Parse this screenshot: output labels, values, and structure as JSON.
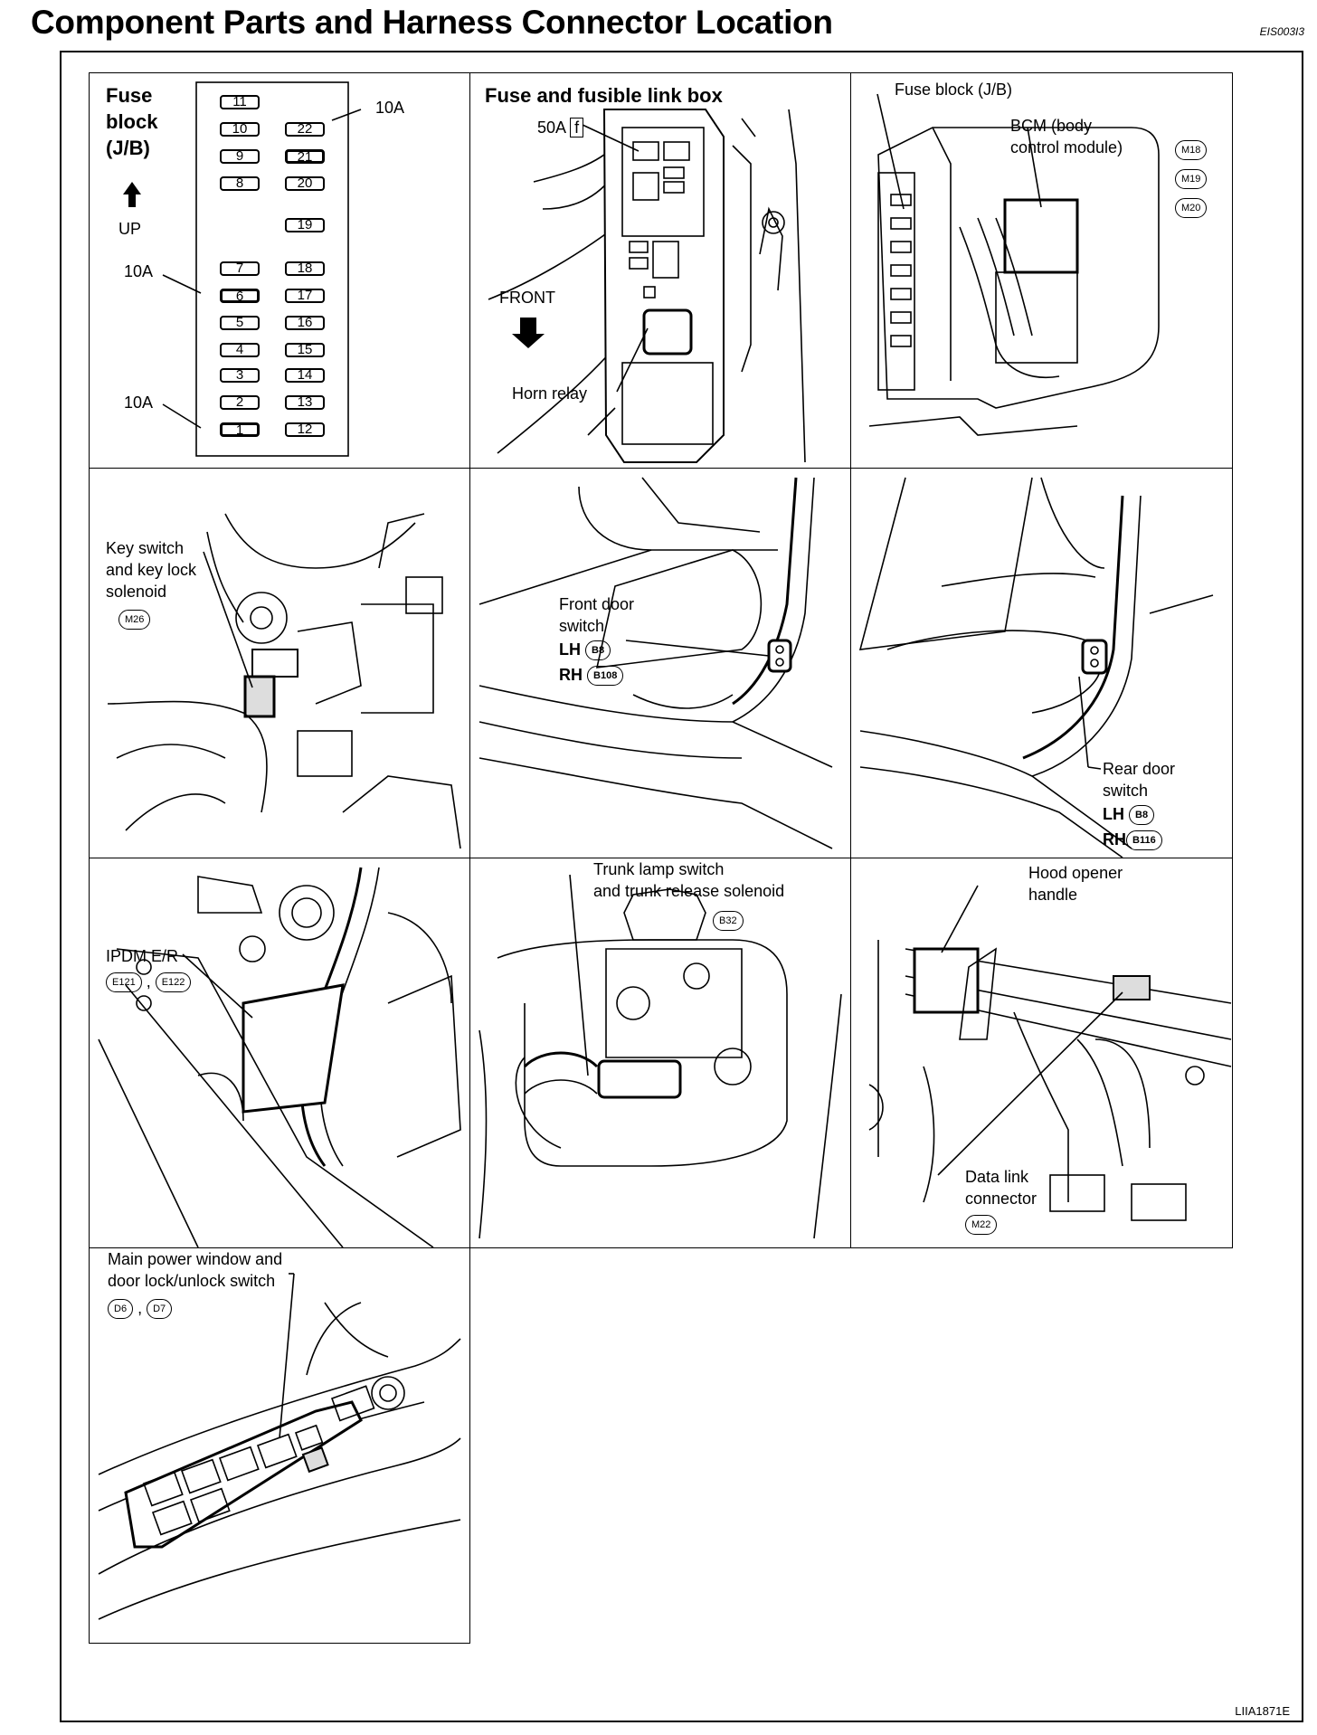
{
  "page": {
    "title": "Component Parts and Harness Connector Location",
    "code": "EIS003I3",
    "image_code": "LIIA1871E"
  },
  "panels": {
    "fuse_block": {
      "heading": "Fuse block (J/B)",
      "up_label": "UP",
      "fuses_left": [
        "11",
        "10",
        "9",
        "8",
        "7",
        "6",
        "5",
        "4",
        "3",
        "2",
        "1"
      ],
      "fuses_right": [
        "22",
        "21",
        "20",
        "19",
        "18",
        "17",
        "16",
        "15",
        "14",
        "13",
        "12"
      ],
      "callouts": [
        "10A",
        "10A",
        "10A"
      ]
    },
    "fuse_link_box": {
      "heading": "Fuse and fusible link box",
      "fusible_link": "50A",
      "fusible_letter": "f",
      "front_label": "FRONT",
      "horn_relay": "Horn relay"
    },
    "bcm": {
      "fuse_block_label": "Fuse block (J/B)",
      "bcm_label_1": "BCM (body",
      "bcm_label_2": "control module)",
      "connectors": [
        "M18",
        "M19",
        "M20"
      ]
    },
    "key_switch": {
      "label_1": "Key switch",
      "label_2": "and key lock",
      "label_3": "solenoid",
      "connector": "M26"
    },
    "front_door": {
      "label_1": "Front door",
      "label_2": "switch",
      "lh": "LH",
      "lh_connector": "B8",
      "rh": "RH",
      "rh_connector": "B108"
    },
    "rear_door": {
      "label_1": "Rear door",
      "label_2": "switch",
      "lh": "LH",
      "lh_connector": "B8",
      "rh": "RH",
      "rh_connector": "B116"
    },
    "ipdm": {
      "label": "IPDM E/R",
      "connectors": [
        "E121",
        "E122"
      ]
    },
    "trunk": {
      "label_1": "Trunk lamp switch",
      "label_2": "and trunk release solenoid",
      "connector": "B32"
    },
    "hood": {
      "label_1": "Hood opener",
      "label_2": "handle",
      "dlc_1": "Data link",
      "dlc_2": "connector",
      "dlc_connector": "M22"
    },
    "power_window": {
      "label_1": "Main power window and",
      "label_2": "door lock/unlock switch",
      "connectors": [
        "D6",
        "D7"
      ]
    }
  }
}
